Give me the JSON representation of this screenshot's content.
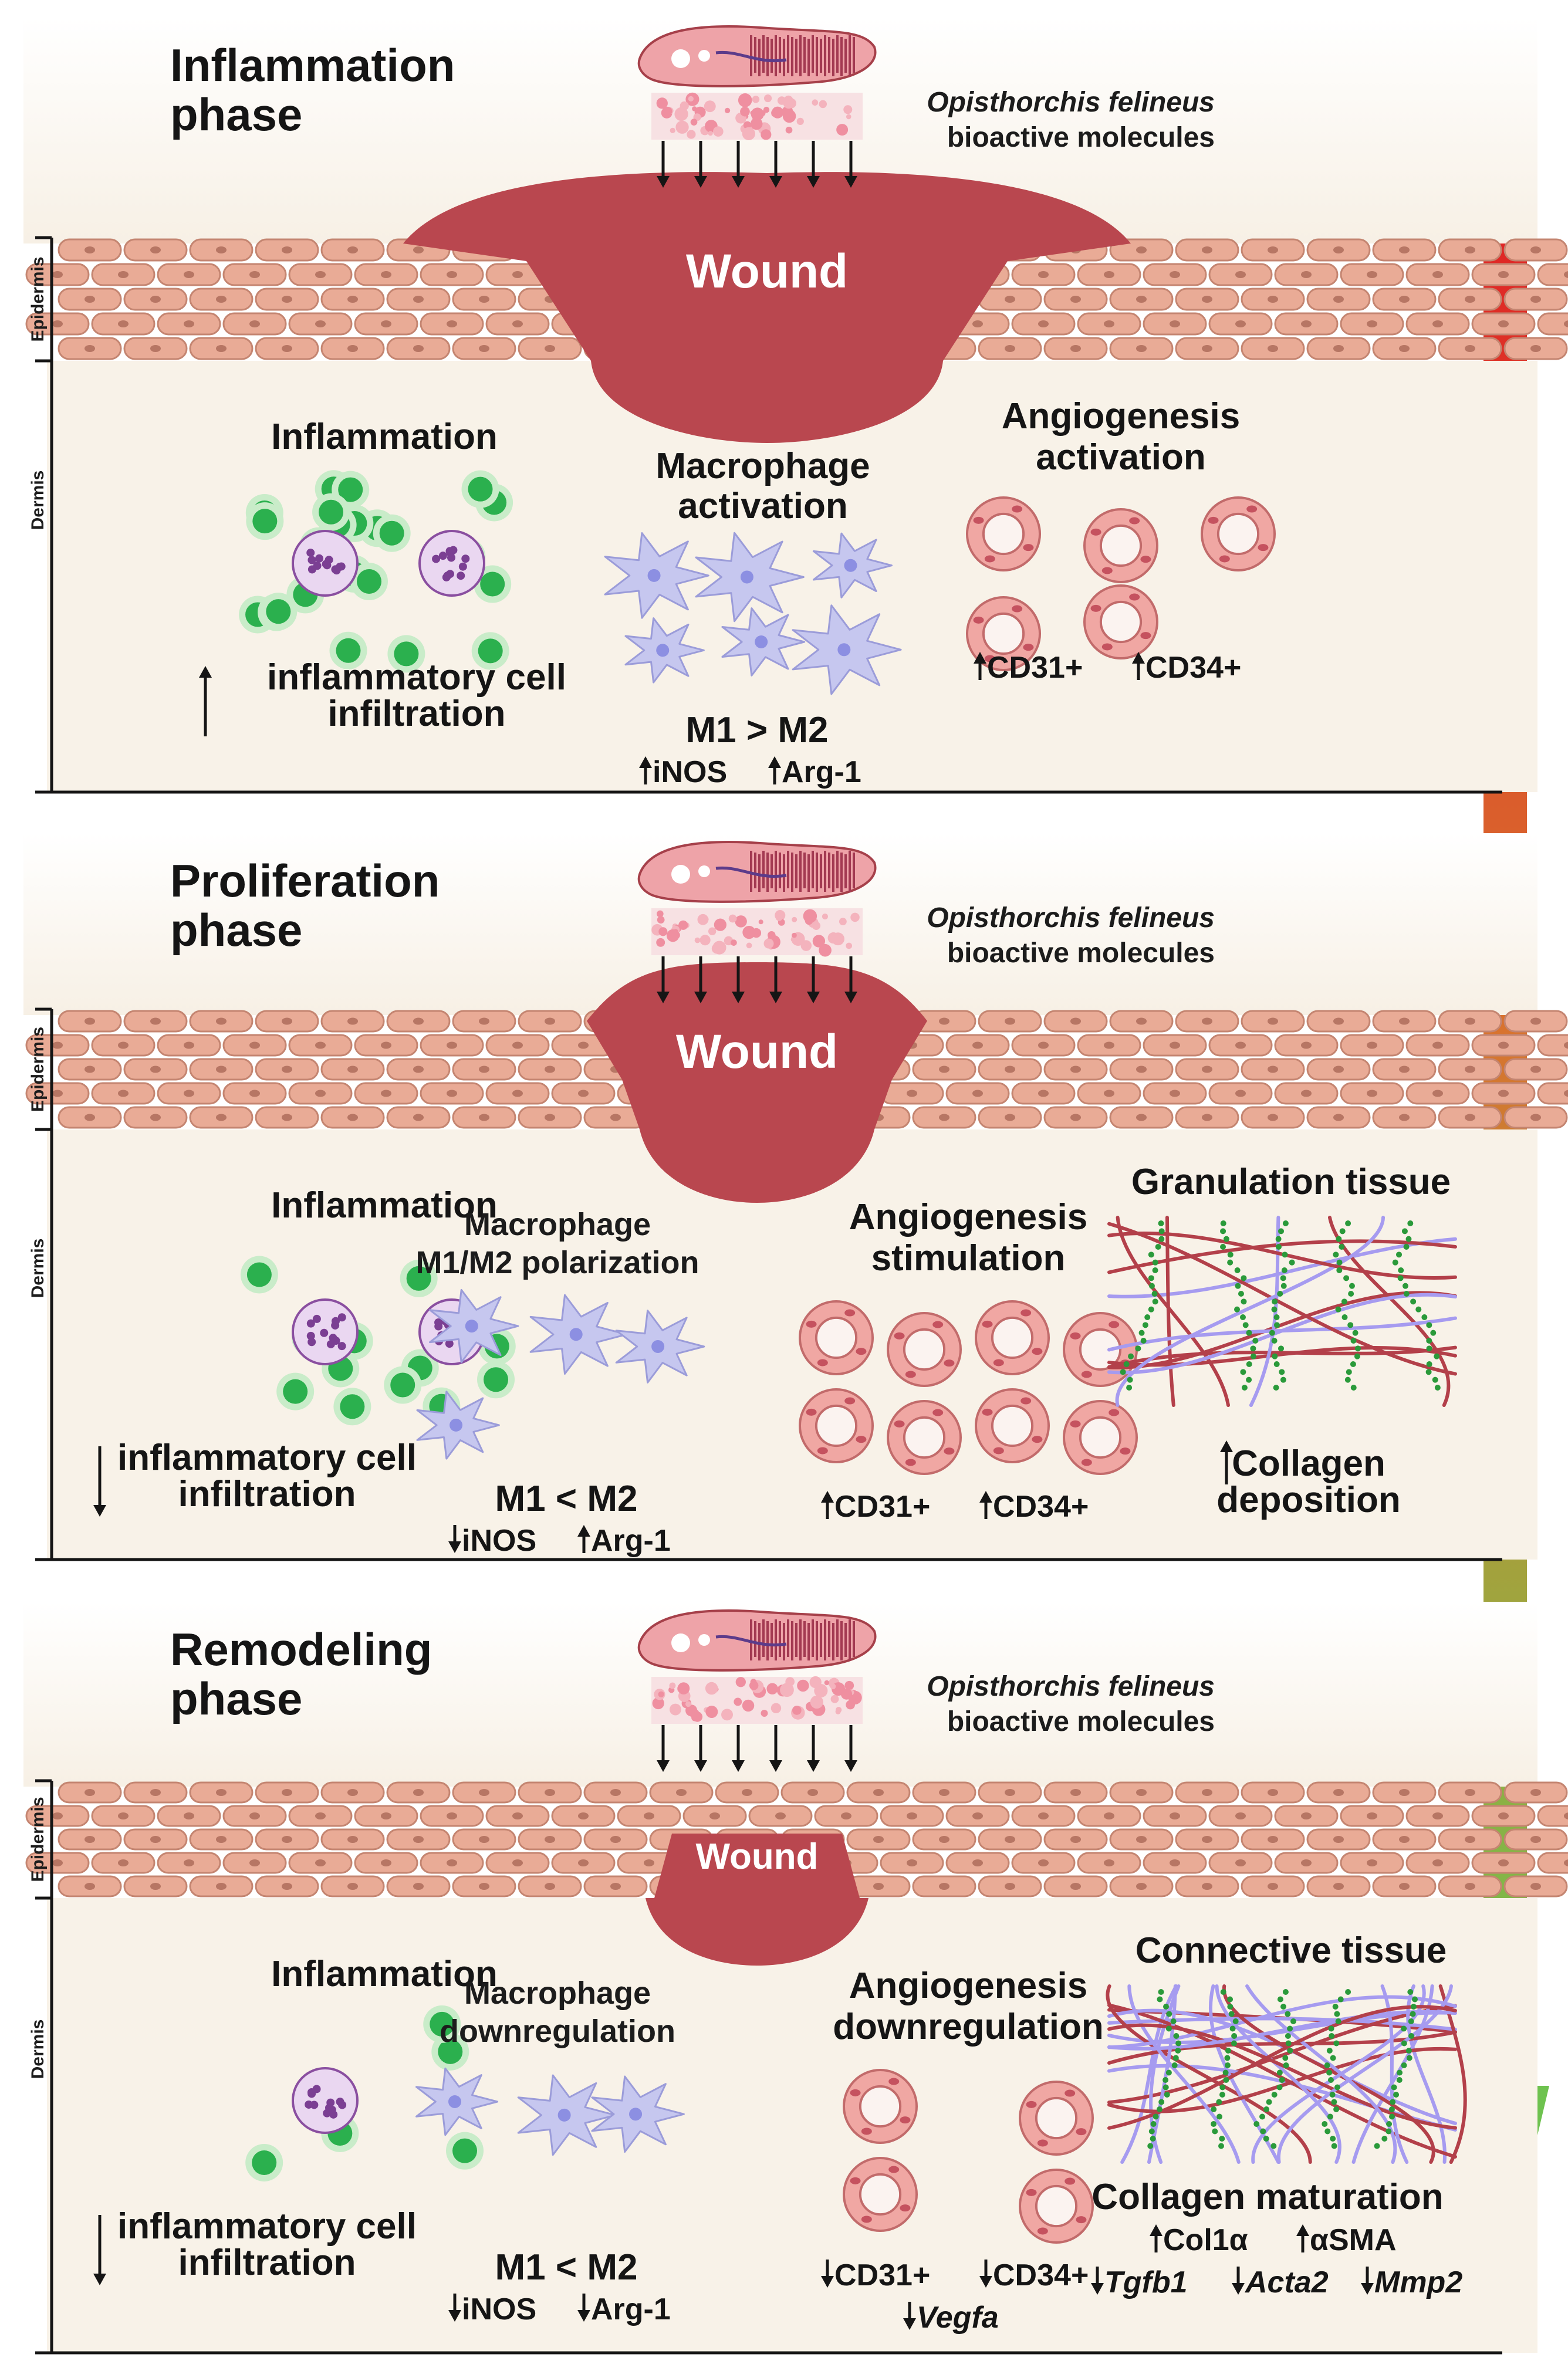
{
  "source": {
    "organism": "Opisthorchis felineus",
    "label": "bioactive molecules"
  },
  "layers": {
    "epidermis": "Epidermis",
    "dermis": "Dermis"
  },
  "wound_label": "Wound",
  "colors": {
    "wound": "#b9474f",
    "skin": "#e9ab96",
    "dermis": "#f8f2e8",
    "immune_cell": "#2bb04e",
    "immune_halo": "#c9ecc9",
    "macrophage": "#c6c7ef",
    "vessel": "#f0a7a3",
    "collagen_red": "#b3404a",
    "collagen_violet": "#a69bf0",
    "fibroblast": "#2a9a3a",
    "gradient_top": "#e01e24",
    "gradient_bottom": "#6ec24f"
  },
  "phases": [
    {
      "title_lines": [
        "Inflammation",
        "phase"
      ],
      "inflammation": {
        "title": "Inflammation",
        "effect_lines": [
          "inflammatory cell",
          "infiltration"
        ],
        "direction": "up"
      },
      "macrophage": {
        "title_lines": [
          "Macrophage",
          "activation"
        ],
        "ratio": "M1 > M2",
        "markers": [
          {
            "text": "iNOS",
            "direction": "up"
          },
          {
            "text": "Arg-1",
            "direction": "up"
          }
        ]
      },
      "angiogenesis": {
        "title_lines": [
          "Angiogenesis",
          "activation"
        ],
        "markers": [
          {
            "text": "CD31+",
            "direction": "up"
          },
          {
            "text": "CD34+",
            "direction": "up"
          }
        ]
      }
    },
    {
      "title_lines": [
        "Proliferation",
        "phase"
      ],
      "inflammation": {
        "title": "Inflammation",
        "effect_lines": [
          "inflammatory cell",
          "infiltration"
        ],
        "direction": "down"
      },
      "macrophage": {
        "title_lines": [
          "Macrophage",
          "M1/M2 polarization"
        ],
        "ratio": "M1 < M2",
        "markers": [
          {
            "text": "iNOS",
            "direction": "down"
          },
          {
            "text": "Arg-1",
            "direction": "up"
          }
        ]
      },
      "angiogenesis": {
        "title_lines": [
          "Angiogenesis",
          "stimulation"
        ],
        "markers": [
          {
            "text": "CD31+",
            "direction": "up"
          },
          {
            "text": "CD34+",
            "direction": "up"
          }
        ]
      },
      "tissue": {
        "title": "Granulation tissue",
        "effect_lines": [
          "Collagen",
          "deposition"
        ],
        "direction": "up"
      }
    },
    {
      "title_lines": [
        "Remodeling",
        "phase"
      ],
      "inflammation": {
        "title": "Inflammation",
        "effect_lines": [
          "inflammatory cell",
          "infiltration"
        ],
        "direction": "down"
      },
      "macrophage": {
        "title_lines": [
          "Macrophage",
          "downregulation"
        ],
        "ratio": "M1 < M2",
        "markers": [
          {
            "text": "iNOS",
            "direction": "down"
          },
          {
            "text": "Arg-1",
            "direction": "down"
          }
        ]
      },
      "angiogenesis": {
        "title_lines": [
          "Angiogenesis",
          "downregulation"
        ],
        "markers": [
          {
            "text": "CD31+",
            "direction": "down"
          },
          {
            "text": "CD34+",
            "direction": "down"
          }
        ],
        "gene": {
          "text": "Vegfa",
          "direction": "down"
        }
      },
      "tissue": {
        "title": "Connective tissue",
        "subtitle": "Collagen maturation",
        "markers": [
          {
            "text": "Col1α",
            "direction": "up"
          },
          {
            "text": "αSMA",
            "direction": "up"
          }
        ],
        "genes": [
          {
            "text": "Tgfb1",
            "direction": "down"
          },
          {
            "text": "Acta2",
            "direction": "down"
          },
          {
            "text": "Mmp2",
            "direction": "down"
          }
        ]
      }
    }
  ]
}
